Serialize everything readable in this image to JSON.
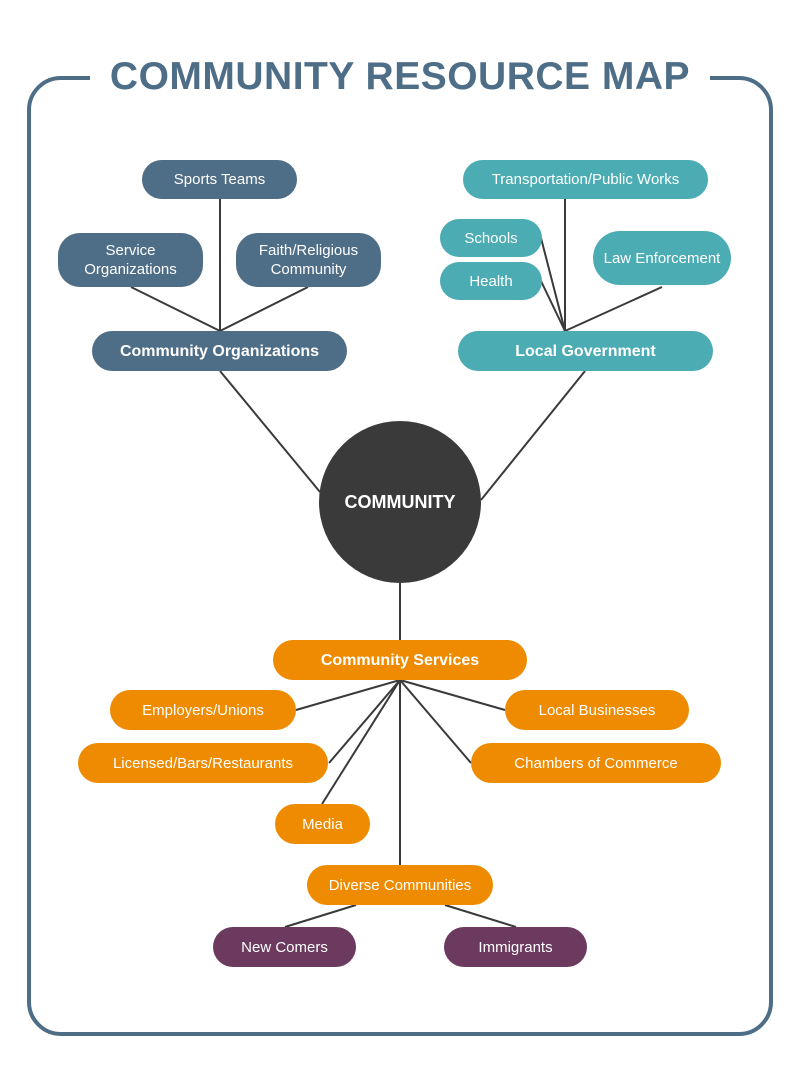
{
  "title": "COMMUNITY RESOURCE MAP",
  "center": "COMMUNITY",
  "organizations": {
    "label": "Community Organizations",
    "items": [
      "Sports Teams",
      "Service Organizations",
      "Faith/Religious Community"
    ]
  },
  "government": {
    "label": "Local Government",
    "items": [
      "Transportation/Public Works",
      "Schools",
      "Health",
      "Law Enforcement"
    ]
  },
  "services": {
    "label": "Community Services",
    "items": [
      "Employers/Unions",
      "Licensed/Bars/Restaurants",
      "Media",
      "Local Businesses",
      "Chambers of Commerce",
      "Diverse Communities"
    ]
  },
  "diverse": {
    "items": [
      "New Comers",
      "Immigrants"
    ]
  },
  "colors": {
    "organizations": "#4e6d86",
    "government": "#4bacb3",
    "services": "#ee8b00",
    "diverse": "#6b3a5e",
    "center": "#3a3a3a",
    "connector": "#3a3a3a"
  }
}
